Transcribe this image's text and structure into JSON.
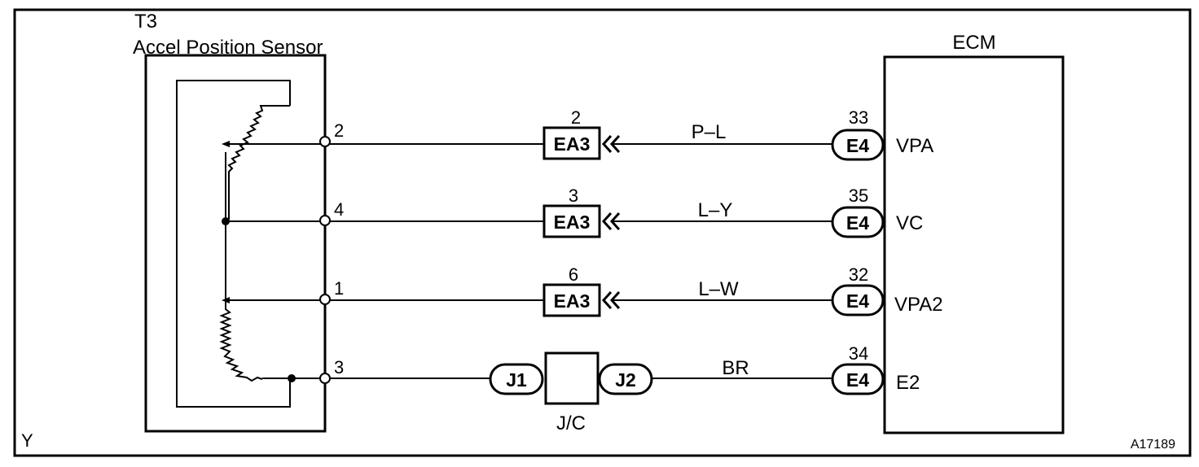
{
  "sensor": {
    "code": "T3",
    "name": "Accel Position Sensor",
    "pins": [
      {
        "number": "2"
      },
      {
        "number": "4"
      },
      {
        "number": "1"
      },
      {
        "number": "3"
      }
    ]
  },
  "ecm": {
    "title": "ECM",
    "connector": "E4",
    "terminals": [
      {
        "pin": "33",
        "signal": "VPA"
      },
      {
        "pin": "35",
        "signal": "VC"
      },
      {
        "pin": "32",
        "signal": "VPA2"
      },
      {
        "pin": "34",
        "signal": "E2"
      }
    ]
  },
  "ea3": {
    "label": "EA3",
    "connections": [
      {
        "pin": "2",
        "wire_color": "P–L"
      },
      {
        "pin": "3",
        "wire_color": "L–Y"
      },
      {
        "pin": "6",
        "wire_color": "L–W"
      }
    ]
  },
  "jc": {
    "label": "J/C",
    "left_connector": "J1",
    "right_connector": "J2",
    "wire_color": "BR"
  },
  "corner_left": "Y",
  "figure_id": "A17189"
}
